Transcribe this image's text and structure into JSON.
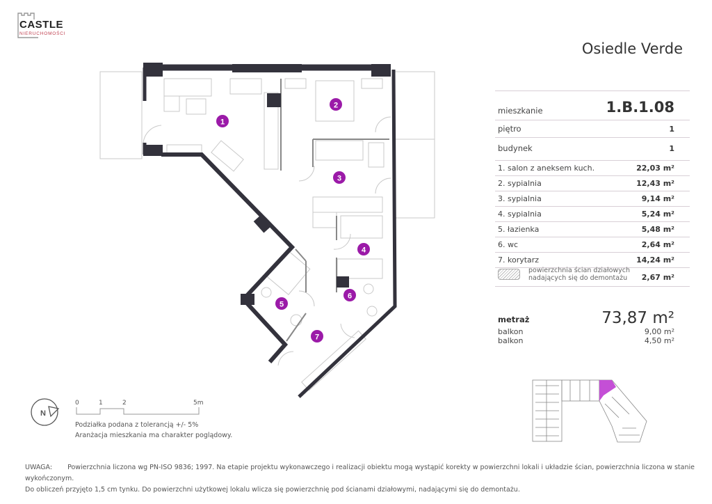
{
  "logo": {
    "name": "CASTLE",
    "subtitle": "NIERUCHOMOŚCI"
  },
  "title": "Osiedle Verde",
  "apartment": {
    "label": "mieszkanie",
    "value": "1.B.1.08",
    "floor_label": "piętro",
    "floor": "1",
    "building_label": "budynek",
    "building": "1"
  },
  "rooms": [
    {
      "label": "1. salon z aneksem kuch.",
      "area": "22,03 m²"
    },
    {
      "label": "2. sypialnia",
      "area": "12,43 m²"
    },
    {
      "label": "3. sypialnia",
      "area": "9,14 m²"
    },
    {
      "label": "4. sypialnia",
      "area": "5,24 m²"
    },
    {
      "label": "5. łazienka",
      "area": "5,48 m²"
    },
    {
      "label": "6. wc",
      "area": "2,64 m²"
    },
    {
      "label": "7. korytarz",
      "area": "14,24 m²"
    }
  ],
  "legend": {
    "line1": "powierzchnia ścian działowych",
    "line2": "nadających się do demontażu",
    "area": "2,67 m²"
  },
  "totals": {
    "label": "metraż",
    "value": "73,87 m²",
    "balconies": [
      {
        "label": "balkon",
        "area": "9,00 m²"
      },
      {
        "label": "balkon",
        "area": "4,50 m²"
      }
    ]
  },
  "plan": {
    "badges": [
      "1",
      "2",
      "3",
      "4",
      "5",
      "6",
      "7"
    ],
    "badge_color": "#9b1aa8",
    "wall_color": "#33323c",
    "highlight_color": "#c44fd6"
  },
  "scale": {
    "ticks": [
      "0",
      "1",
      "2",
      "5m"
    ],
    "note1": "Podziałka podana z tolerancją +/- 5%",
    "note2": "Aranżacja mieszkania ma charakter poglądowy."
  },
  "footer": {
    "label": "UWAGA:",
    "line1": "Powierzchnia liczona wg PN-ISO 9836; 1997. Na etapie projektu wykonawczego i realizacji obiektu mogą wystąpić korekty w powierzchni lokali i układzie ścian, powierzchnia liczona w stanie wykończonym.",
    "line2": "Do obliczeń przyjęto 1,5 cm tynku. Do powierzchni użytkowej lokalu wlicza się powierzchnię pod ścianami działowymi, nadającymi się do demontażu."
  }
}
